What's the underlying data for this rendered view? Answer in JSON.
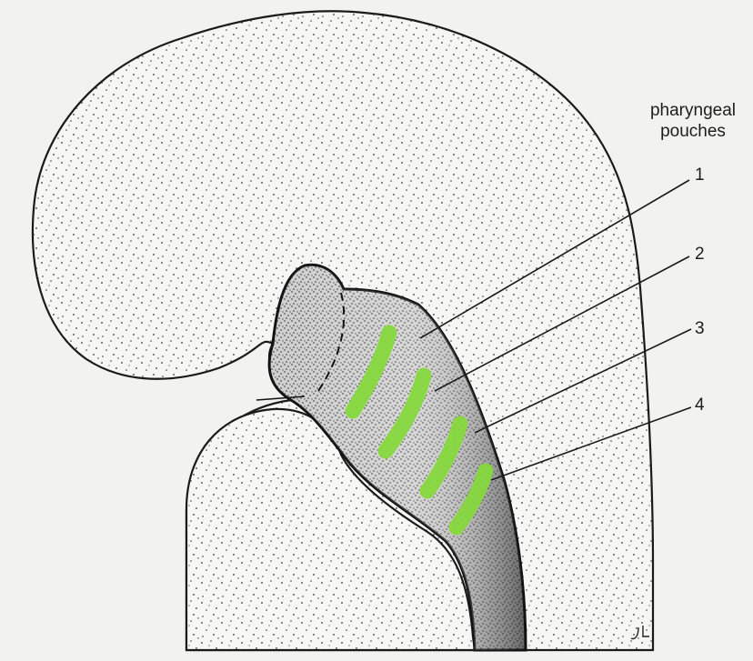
{
  "diagram": {
    "title_line1": "pharyngeal",
    "title_line2": "pouches",
    "pouches": [
      {
        "label": "1"
      },
      {
        "label": "2"
      },
      {
        "label": "3"
      },
      {
        "label": "4"
      }
    ],
    "signature": "JL"
  },
  "colors": {
    "background": "#f2f2f1",
    "outline": "#1a1a1a",
    "pouch_highlight": "#86d93c",
    "stipple": "#2a2a2a"
  }
}
